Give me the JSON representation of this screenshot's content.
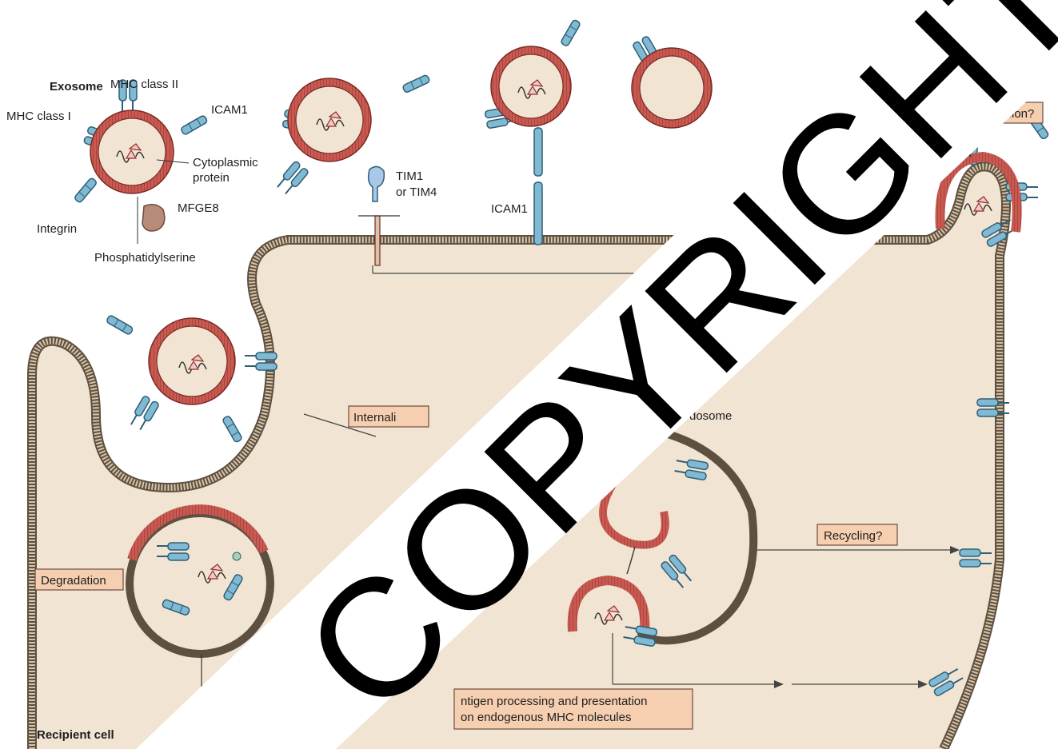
{
  "labels": {
    "exosome": "Exosome",
    "mhc_class_ii": "MHC class II",
    "mhc_class_i": "MHC class I",
    "icam1_top": "ICAM1",
    "cytoplasmic_protein_1": "Cytoplasmic",
    "cytoplasmic_protein_2": "protein",
    "mfge8": "MFGE8",
    "integrin": "Integrin",
    "phosphatidylserine": "Phosphatidylserine",
    "tim_line1": "TIM1",
    "tim_line2": "or TIM4",
    "icam1_membrane": "ICAM1",
    "endosome_fragment": "dosome",
    "recipient_cell": "Recipient cell"
  },
  "boxes": {
    "fusion": "Fusion?",
    "internalization_fragment": "Internali",
    "recycling": "Recycling?",
    "degradation": "Degradation",
    "antigen_line1": "ntigen processing and presentation",
    "antigen_line2": "on endogenous MHC molecules"
  },
  "watermark": "COPYRIGHT",
  "colors": {
    "membrane_red": "#c95a52",
    "cytoplasm": "#efe2d2",
    "receptor_blue": "#7fb9d3",
    "box_fill": "#f6cfb0",
    "mfge8": "#b88a78"
  }
}
